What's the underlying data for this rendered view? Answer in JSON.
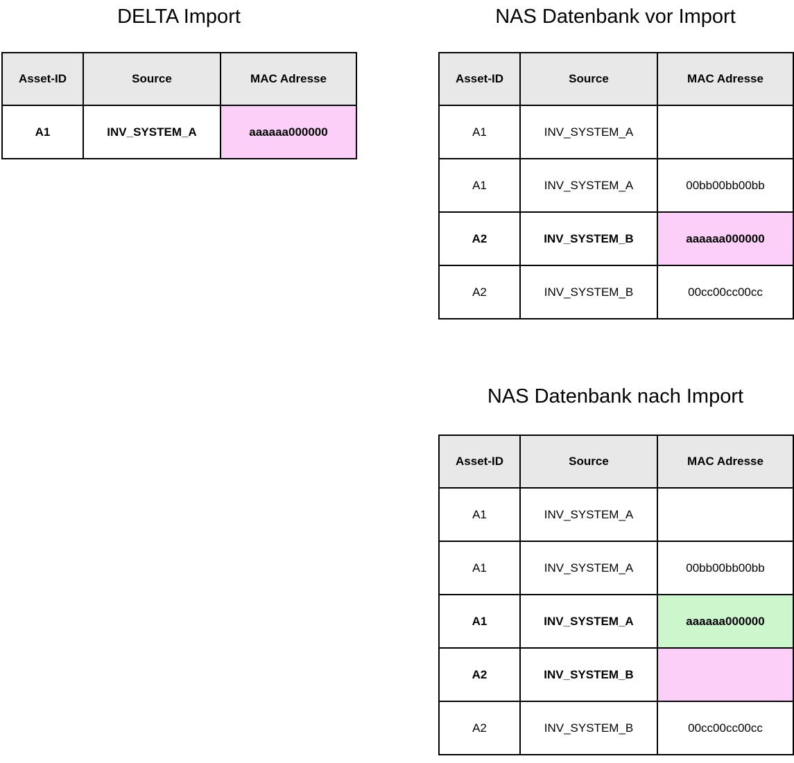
{
  "delta": {
    "title": "DELTA Import",
    "headers": [
      "Asset-ID",
      "Source",
      "MAC Adresse"
    ],
    "rows": [
      {
        "asset": "A1",
        "source": "INV_SYSTEM_A",
        "mac": "aaaaaa000000"
      }
    ]
  },
  "vor": {
    "title": "NAS Datenbank vor Import",
    "headers": [
      "Asset-ID",
      "Source",
      "MAC Adresse"
    ],
    "rows": [
      {
        "asset": "A1",
        "source": "INV_SYSTEM_A",
        "mac": ""
      },
      {
        "asset": "A1",
        "source": "INV_SYSTEM_A",
        "mac": "00bb00bb00bb"
      },
      {
        "asset": "A2",
        "source": "INV_SYSTEM_B",
        "mac": "aaaaaa000000"
      },
      {
        "asset": "A2",
        "source": "INV_SYSTEM_B",
        "mac": "00cc00cc00cc"
      }
    ]
  },
  "nach": {
    "title": "NAS Datenbank nach Import",
    "headers": [
      "Asset-ID",
      "Source",
      "MAC Adresse"
    ],
    "rows": [
      {
        "asset": "A1",
        "source": "INV_SYSTEM_A",
        "mac": ""
      },
      {
        "asset": "A1",
        "source": "INV_SYSTEM_A",
        "mac": "00bb00bb00bb"
      },
      {
        "asset": "A1",
        "source": "INV_SYSTEM_A",
        "mac": "aaaaaa000000"
      },
      {
        "asset": "A2",
        "source": "INV_SYSTEM_B",
        "mac": ""
      },
      {
        "asset": "A2",
        "source": "INV_SYSTEM_B",
        "mac": "00cc00cc00cc"
      }
    ]
  },
  "colors": {
    "header_bg": "#E8E8E8",
    "highlight_pink": "#FCCFF8",
    "highlight_green": "#CCF7CC",
    "border_red": "#EE1111",
    "border_green": "#00D800",
    "line_black": "#000000"
  }
}
